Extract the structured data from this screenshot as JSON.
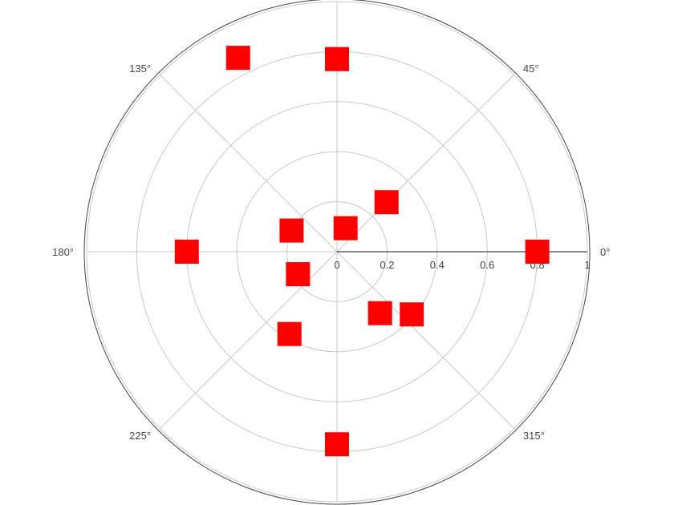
{
  "chart_data": {
    "type": "scatter",
    "subtype": "polar",
    "marker": {
      "symbol": "square",
      "color": "#ff0000"
    },
    "radial_axis": {
      "range": [
        0,
        1
      ],
      "tick_labels": [
        "0",
        "0.2",
        "0.4",
        "0.6",
        "0.8",
        "1"
      ],
      "tick_values": [
        0,
        0.2,
        0.4,
        0.6,
        0.8,
        1
      ]
    },
    "angular_axis": {
      "unit": "degrees",
      "tick_labels": [
        "0°",
        "45°",
        "135°",
        "180°",
        "225°",
        "315°"
      ],
      "tick_values": [
        0,
        45,
        135,
        180,
        225,
        315
      ],
      "spokes": [
        0,
        45,
        90,
        135,
        180,
        225,
        270,
        315
      ]
    },
    "grid": true,
    "points": [
      {
        "r": 0.8,
        "theta": 0
      },
      {
        "r": 0.28,
        "theta": 45
      },
      {
        "r": 0.1,
        "theta": 70
      },
      {
        "r": 0.77,
        "theta": 90
      },
      {
        "r": 0.87,
        "theta": 117
      },
      {
        "r": 0.2,
        "theta": 155
      },
      {
        "r": 0.6,
        "theta": 180
      },
      {
        "r": 0.18,
        "theta": 210
      },
      {
        "r": 0.38,
        "theta": 240
      },
      {
        "r": 0.77,
        "theta": 270
      },
      {
        "r": 0.3,
        "theta": 305
      },
      {
        "r": 0.39,
        "theta": 320
      }
    ]
  }
}
